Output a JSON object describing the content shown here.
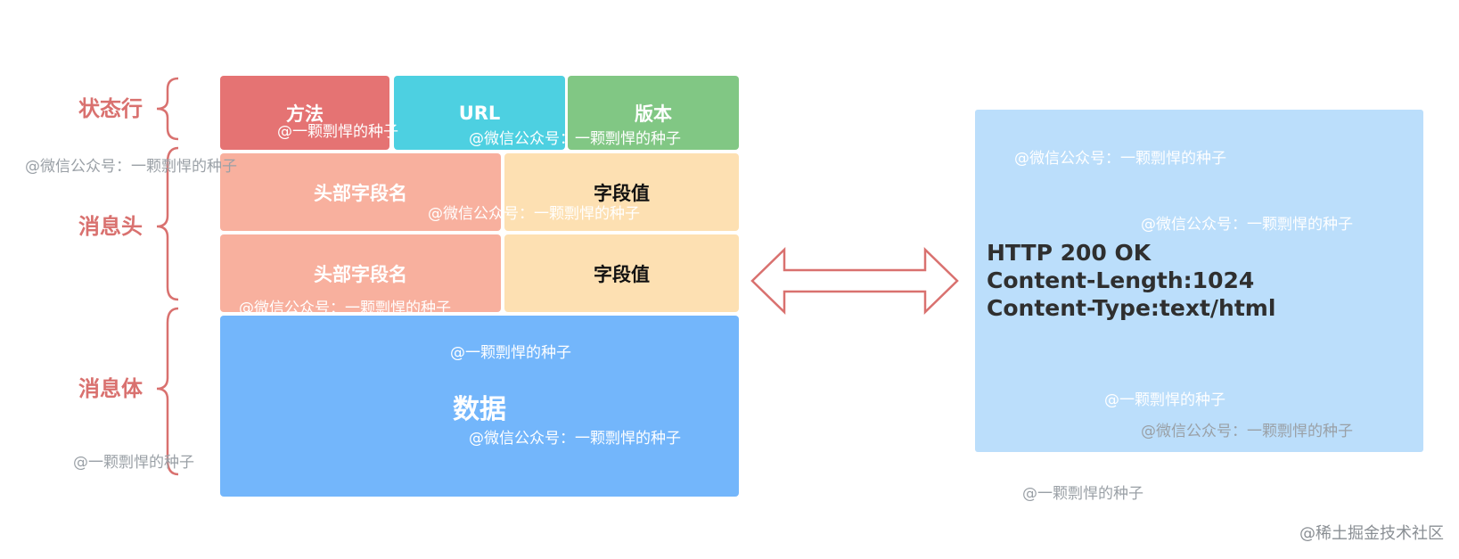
{
  "row_labels": {
    "status": "状态行",
    "headers": "消息头",
    "body": "消息体"
  },
  "status_line": {
    "method": "方法",
    "url": "URL",
    "version": "版本"
  },
  "header_rows": [
    {
      "name": "头部字段名",
      "value": "字段值"
    },
    {
      "name": "头部字段名",
      "value": "字段值"
    }
  ],
  "body_block": {
    "label": "数据"
  },
  "response_example": {
    "lines": [
      "HTTP 200 OK",
      "Content-Length:1024",
      "Content-Type:text/html"
    ]
  },
  "watermarks": {
    "wechat": "@微信公众号：一颗剽悍的种子",
    "seed": "@一颗剽悍的种子",
    "juejin": "@稀土掘金技术社区"
  },
  "colors": {
    "method": "#e57373",
    "url": "#4dd0e1",
    "version": "#81c784",
    "header_name": "#f8b09e",
    "header_value": "#fde0b2",
    "body": "#73b6fb",
    "response_bg": "#bbdefb",
    "label": "#d9716f"
  }
}
